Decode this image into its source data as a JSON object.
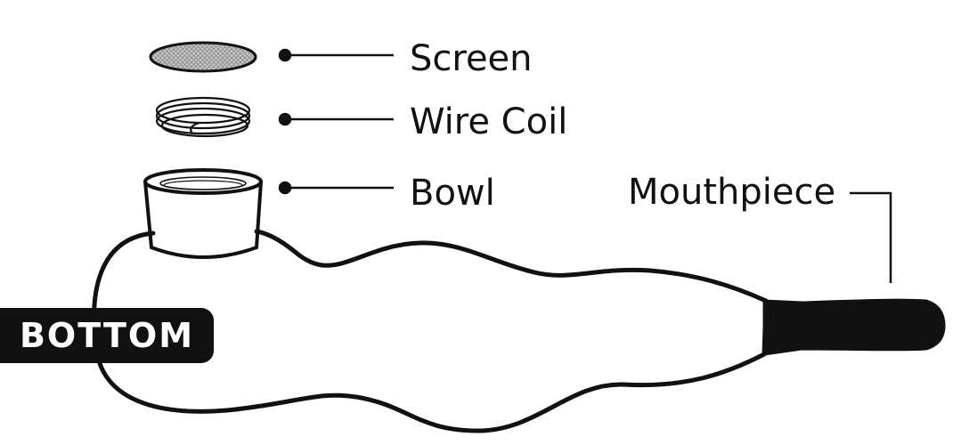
{
  "labels": {
    "screen": "Screen",
    "wire_coil": "Wire Coil",
    "bowl": "Bowl",
    "mouthpiece": "Mouthpiece"
  },
  "badge": {
    "bottom": "BOTTOM"
  },
  "colors": {
    "ink": "#111111",
    "background": "#ffffff",
    "screen_fill": "#bdbdbd"
  }
}
